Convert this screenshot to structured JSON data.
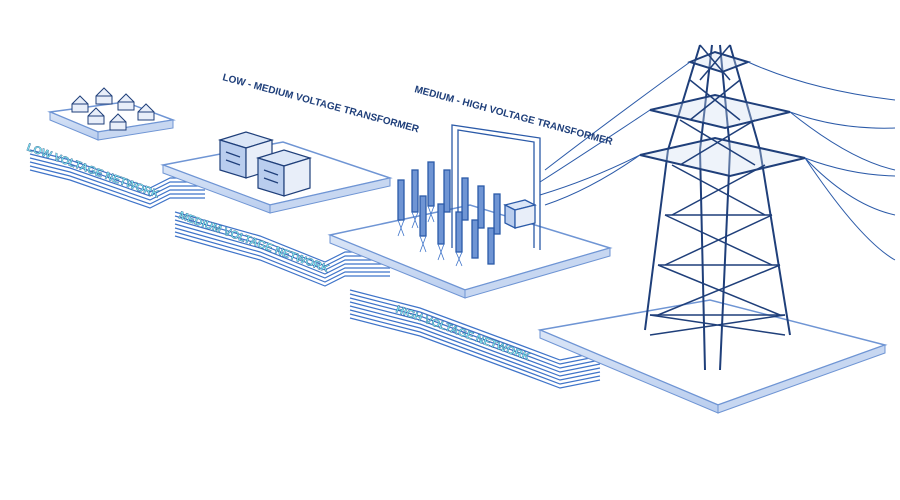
{
  "labels": {
    "low_medium_transformer": "LOW - MEDIUM VOLTAGE TRANSFORMER",
    "medium_high_transformer": "MEDIUM - HIGH VOLTAGE TRANSFORMER",
    "low_voltage_network": "LOW VOLTAGE NETWORK",
    "medium_voltage_network": "MEDIUM VOLTAGE NETWORK",
    "high_voltage_network": "HIGH VOLTAGE NETWORK"
  },
  "colors": {
    "dark_blue": "#1f3f7a",
    "line_blue": "#2b5aa8",
    "platform_fill": "#ffffff",
    "platform_edge": "#6f95d4",
    "side_fill": "#cfdcf2",
    "cable_blue": "#3f74c9",
    "network_text": "#7fe3f0"
  },
  "icons": {
    "houses": "house-cluster-icon",
    "transformer_boxes": "transformer-box-icon",
    "substation": "substation-icon",
    "tower": "transmission-tower-icon"
  }
}
